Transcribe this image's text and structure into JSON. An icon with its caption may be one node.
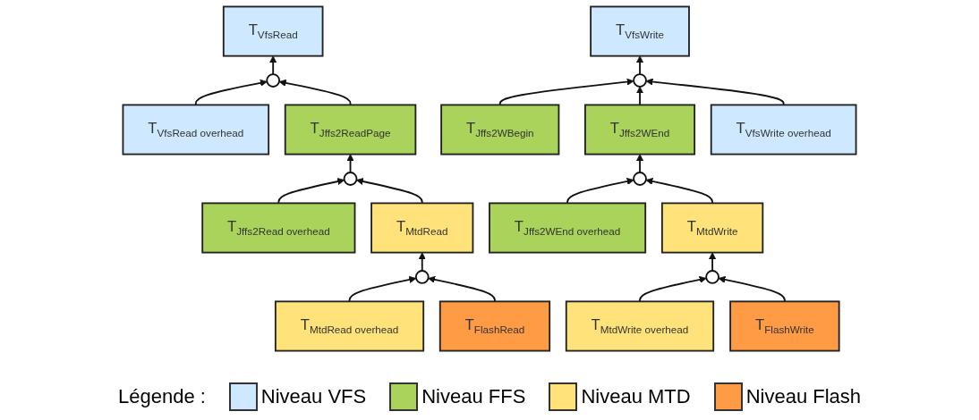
{
  "diagram": {
    "nodes": [
      {
        "text": [
          "T$_{VfsRead}$"
        ]
      },
      {
        "text": [],
        "shape": "circle"
      },
      {
        "text": [
          "T$_{VfsRead overhead}$"
        ]
      },
      {
        "text": [
          "T$_{Jffs2ReadPage}$"
        ]
      },
      {
        "text": [],
        "shape": "circle"
      },
      {
        "text": [
          "T$_{Jffs2Read overhead}$"
        ]
      },
      {
        "text": [
          "T$_{MtdRead}$"
        ]
      },
      {
        "text": [],
        "shape": "circle"
      },
      {
        "text": [
          "T$_{MtdRead overhead}$"
        ]
      },
      {
        "text": [
          "T$_{FlashRead}$"
        ]
      },
      {
        "text": [
          "T$_{VfsWrite}$"
        ]
      },
      {
        "text": [],
        "shape": "circle"
      },
      {
        "text": [
          "T$_{Jffs2WBegin}$"
        ]
      },
      {
        "text": [
          "T$_{Jffs2WEnd}$"
        ]
      },
      {
        "text": [
          "T$_{VfsWrite overhead}$"
        ]
      },
      {
        "text": [],
        "shape": "circle"
      },
      {
        "text": [
          "T$_{Jffs2WEnd overhead}$"
        ]
      },
      {
        "text": [
          "T$_{MtdWrite}$"
        ]
      },
      {
        "text": [],
        "shape": "circle"
      },
      {
        "text": [
          "T$_{MtdWrite overhead}$"
        ]
      },
      {
        "text": [
          "T$_{FlashWrite}$"
        ]
      }
    ],
    "edges": [
      {
        "from": 1,
        "to": 0,
        "arrow": "to"
      },
      {
        "from": 2,
        "to": 1,
        "arrow": "to"
      },
      {
        "from": 3,
        "to": 1,
        "arrow": "to"
      },
      {
        "from": 4,
        "to": 3,
        "arrow": "to"
      },
      {
        "from": 5,
        "to": 4,
        "arrow": "to"
      },
      {
        "from": 6,
        "to": 4,
        "arrow": "to"
      },
      {
        "from": 7,
        "to": 6,
        "arrow": "to"
      },
      {
        "from": 8,
        "to": 7,
        "arrow": "to"
      },
      {
        "from": 9,
        "to": 7,
        "arrow": "to"
      },
      {
        "from": 11,
        "to": 10,
        "arrow": "to"
      },
      {
        "from": 12,
        "to": 11,
        "arrow": "to"
      },
      {
        "from": 13,
        "to": 11,
        "arrow": "to"
      },
      {
        "from": 14,
        "to": 11,
        "arrow": "to"
      },
      {
        "from": 15,
        "to": 13,
        "arrow": "to"
      },
      {
        "from": 16,
        "to": 15,
        "arrow": "to"
      },
      {
        "from": 17,
        "to": 15,
        "arrow": "to"
      },
      {
        "from": 18,
        "to": 17,
        "arrow": "to"
      },
      {
        "from": 19,
        "to": 18,
        "arrow": "to"
      },
      {
        "from": 20,
        "to": 18,
        "arrow": "to"
      }
    ],
    "labels": [
      "Légende :"
    ],
    "legend": [
      {
        "text": "Niveau VFS",
        "color": "#cde8ff"
      },
      {
        "text": "Niveau FFS",
        "color": "#a9d35a"
      },
      {
        "text": "Niveau MTD",
        "color": "#ffe27a"
      },
      {
        "text": "Niveau Flash",
        "color": "#ff9a45"
      }
    ]
  }
}
